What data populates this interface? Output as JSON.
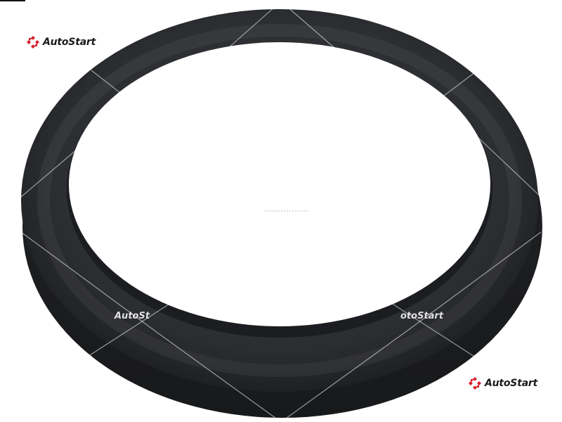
{
  "brand": {
    "name": "AutoStart",
    "accent_color": "#d81e2a",
    "text_color": "#1a1a1a",
    "icon": "autostart-logo-icon"
  },
  "watermark": {
    "text": "AutoStart",
    "left_fragment": "AutoSt",
    "right_fragment": "otoStart",
    "color": "#ffffff"
  },
  "product": {
    "subject": "gasket-ring",
    "ring_color": "#2b2d30",
    "background_color": "#ffffff"
  }
}
